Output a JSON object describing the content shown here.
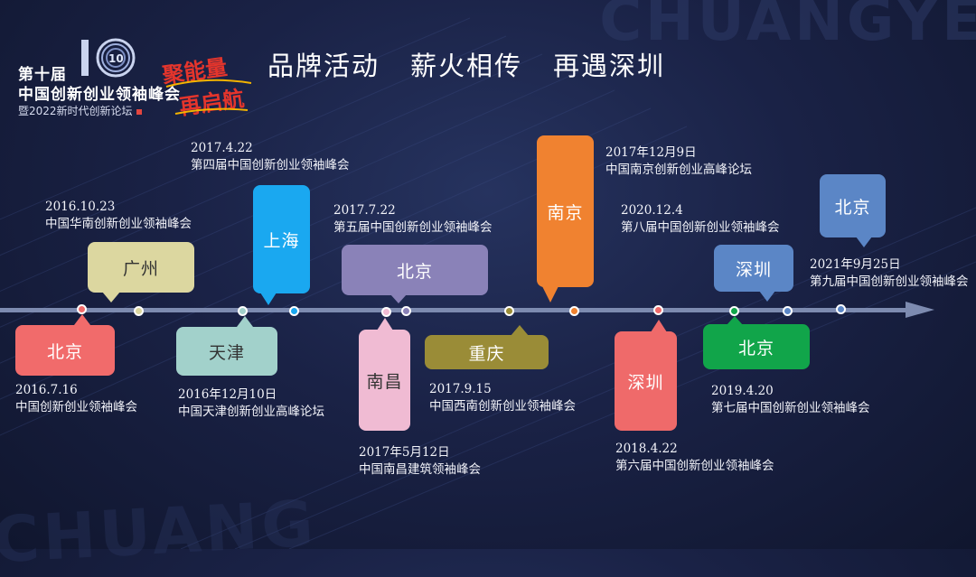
{
  "background_words": {
    "top": "CHUANGYE",
    "bottom": "CHUANG"
  },
  "logo": {
    "line1": "第十届",
    "line2": "中国创新创业领袖峰会",
    "line3": "暨2022新时代创新论坛",
    "ten_mark": "10",
    "slogan_line1": "聚能量",
    "slogan_line2": "再启航"
  },
  "headline": [
    "品牌活动",
    "薪火相传",
    "再遇深圳"
  ],
  "colors": {
    "red": "#f16b6b",
    "yellow": "#dcd7a0",
    "teal": "#a2d1cb",
    "blue": "#1aa8f0",
    "pink": "#f0bbd3",
    "purple": "#8a82b8",
    "olive": "#9a8c37",
    "orange": "#f08230",
    "coral": "#ef6a6a",
    "steel": "#5b86c6",
    "green": "#11a54a"
  },
  "events": [
    {
      "city": "北京",
      "date": "2016.7.16",
      "name": "中国创新创业领袖峰会"
    },
    {
      "city": "广州",
      "date": "2016.10.23",
      "name": "中国华南创新创业领袖峰会"
    },
    {
      "city": "天津",
      "date": "2016年12月10日",
      "name": "中国天津创新创业高峰论坛"
    },
    {
      "city": "上海",
      "date": "2017.4.22",
      "name": "第四届中国创新创业领袖峰会"
    },
    {
      "city": "南昌",
      "date": "2017年5月12日",
      "name": "中国南昌建筑领袖峰会"
    },
    {
      "city": "北京",
      "date": "2017.7.22",
      "name": "第五届中国创新创业领袖峰会"
    },
    {
      "city": "重庆",
      "date": "2017.9.15",
      "name": "中国西南创新创业领袖峰会"
    },
    {
      "city": "南京",
      "date": "2017年12月9日",
      "name": "中国南京创新创业高峰论坛"
    },
    {
      "city": "深圳",
      "date": "2018.4.22",
      "name": "第六届中国创新创业领袖峰会"
    },
    {
      "city": "北京",
      "date": "2019.4.20",
      "name": "第七届中国创新创业领袖峰会"
    },
    {
      "city": "深圳",
      "date": "2020.12.4",
      "name": "第八届中国创新创业领袖峰会"
    },
    {
      "city": "北京",
      "date": "2021年9月25日",
      "name": "第九届中国创新创业领袖峰会"
    }
  ]
}
